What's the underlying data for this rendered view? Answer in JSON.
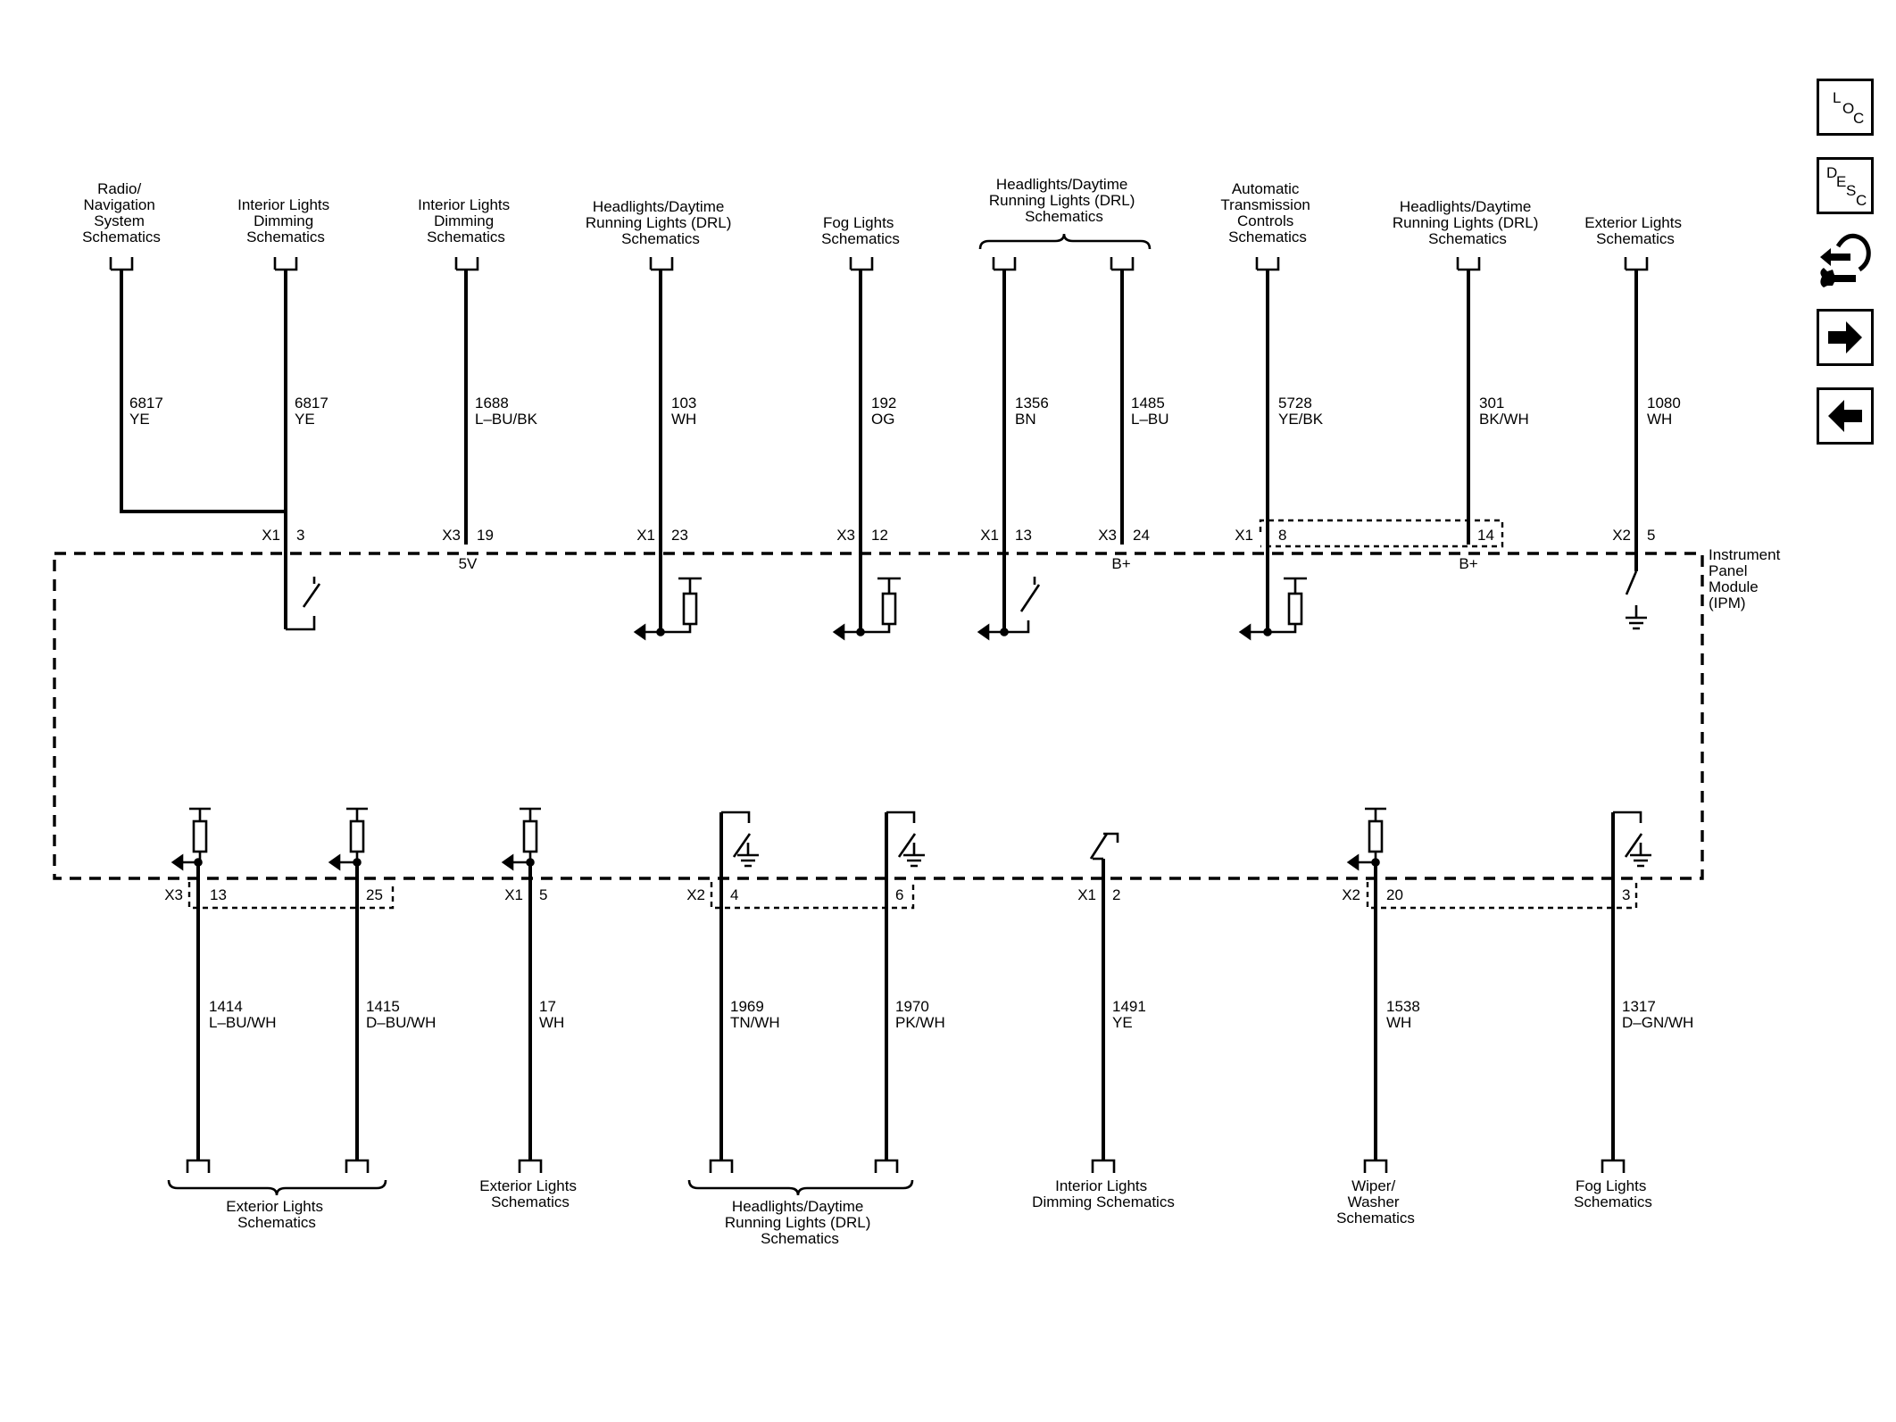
{
  "nav": {
    "loc": [
      "L",
      "O",
      "C"
    ],
    "desc": [
      "D",
      "E",
      "S",
      "C"
    ],
    "tool_icon": "wrench-arrows-icon",
    "next_icon": "arrow-right-icon",
    "prev_icon": "arrow-left-icon"
  },
  "module": {
    "label": [
      "Instrument",
      "Panel",
      "Module",
      "(IPM)"
    ]
  },
  "top_destinations": [
    [
      "Radio/",
      "Navigation",
      "System",
      "Schematics"
    ],
    [
      "Interior Lights",
      "Dimming",
      "Schematics"
    ],
    [
      "Interior Lights",
      "Dimming",
      "Schematics"
    ],
    [
      "Headlights/Daytime",
      "Running Lights (DRL)",
      "Schematics"
    ],
    [
      "Fog Lights",
      "Schematics"
    ],
    [
      "Headlights/Daytime",
      "Running Lights (DRL)",
      "Schematics"
    ],
    [
      "Automatic",
      "Transmission",
      "Controls",
      "Schematics"
    ],
    [
      "Headlights/Daytime",
      "Running Lights (DRL)",
      "Schematics"
    ],
    [
      "Exterior Lights",
      "Schematics"
    ]
  ],
  "top_wires": [
    {
      "circuit": "6817",
      "color": "YE"
    },
    {
      "circuit": "6817",
      "color": "YE"
    },
    {
      "circuit": "1688",
      "color": "L–BU/BK"
    },
    {
      "circuit": "103",
      "color": "WH"
    },
    {
      "circuit": "192",
      "color": "OG"
    },
    {
      "circuit": "1356",
      "color": "BN"
    },
    {
      "circuit": "1485",
      "color": "L–BU"
    },
    {
      "circuit": "5728",
      "color": "YE/BK"
    },
    {
      "circuit": "301",
      "color": "BK/WH"
    },
    {
      "circuit": "1080",
      "color": "WH"
    }
  ],
  "top_pins": [
    {
      "conn": "X1",
      "pin": "3"
    },
    {
      "conn": "X3",
      "pin": "19"
    },
    {
      "conn": "X1",
      "pin": "23"
    },
    {
      "conn": "X3",
      "pin": "12"
    },
    {
      "conn": "X1",
      "pin": "13"
    },
    {
      "conn": "X3",
      "pin": "24"
    },
    {
      "conn": "X1",
      "pin": "8"
    },
    {
      "conn": "",
      "pin": "14"
    },
    {
      "conn": "X2",
      "pin": "5"
    }
  ],
  "supply_labels": [
    "5V",
    "B+",
    "B+"
  ],
  "bottom_wires": [
    {
      "circuit": "1414",
      "color": "L–BU/WH"
    },
    {
      "circuit": "1415",
      "color": "D–BU/WH"
    },
    {
      "circuit": "17",
      "color": "WH"
    },
    {
      "circuit": "1969",
      "color": "TN/WH"
    },
    {
      "circuit": "1970",
      "color": "PK/WH"
    },
    {
      "circuit": "1491",
      "color": "YE"
    },
    {
      "circuit": "1538",
      "color": "WH"
    },
    {
      "circuit": "1317",
      "color": "D–GN/WH"
    }
  ],
  "bottom_pins": [
    {
      "conn": "X3",
      "pin": "13"
    },
    {
      "conn": "",
      "pin": "25"
    },
    {
      "conn": "X1",
      "pin": "5"
    },
    {
      "conn": "X2",
      "pin": "4"
    },
    {
      "conn": "",
      "pin": "6"
    },
    {
      "conn": "X1",
      "pin": "2"
    },
    {
      "conn": "X2",
      "pin": "20"
    },
    {
      "conn": "",
      "pin": "3"
    }
  ],
  "bottom_destinations": [
    [
      "Exterior Lights",
      "Schematics"
    ],
    [
      "Exterior Lights",
      "Schematics"
    ],
    [
      "Headlights/Daytime",
      "Running Lights (DRL)",
      "Schematics"
    ],
    [
      "Interior Lights",
      "Dimming Schematics"
    ],
    [
      "Wiper/",
      "Washer",
      "Schematics"
    ],
    [
      "Fog Lights",
      "Schematics"
    ]
  ]
}
